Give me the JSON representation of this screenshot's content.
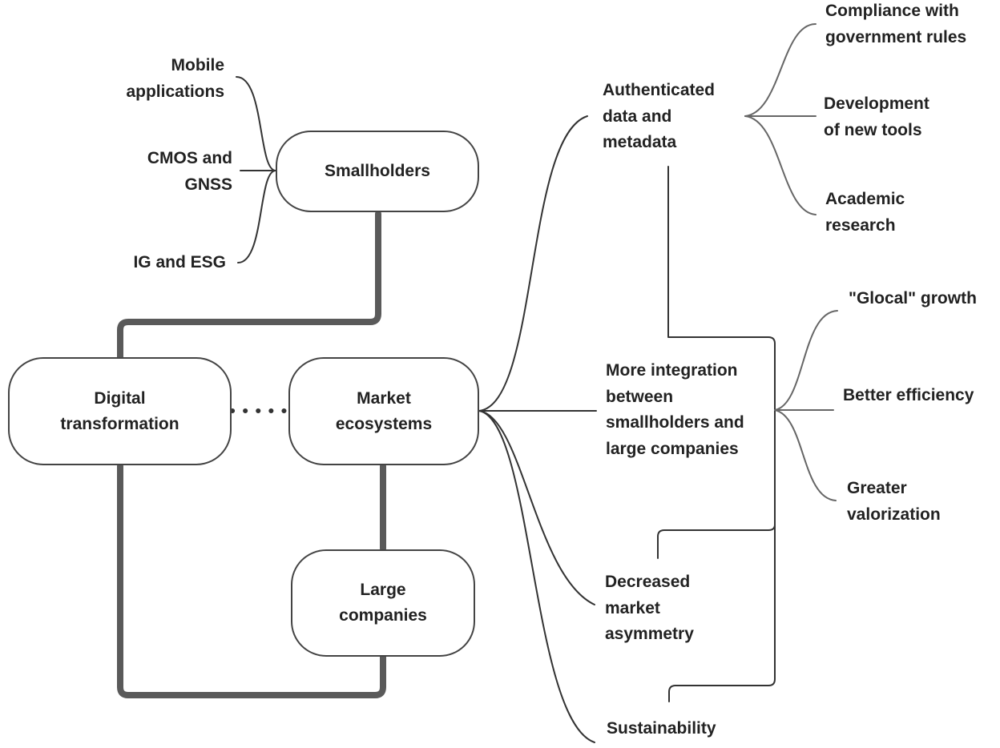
{
  "nodes": {
    "smallholders": "Smallholders",
    "digital_transformation": "Digital\ntransformation",
    "market_ecosystems": "Market\necosystems",
    "large_companies": "Large\ncompanies"
  },
  "smallholder_inputs": [
    "Mobile\napplications",
    "CMOS and\nGNSS",
    "IG and ESG"
  ],
  "outcomes": [
    "Authenticated\ndata and\nmetadata",
    "More integration\nbetween\nsmallholders and\nlarge companies",
    "Decreased\nmarket\nasymmetry",
    "Sustainability"
  ],
  "data_uses": [
    "Compliance with\ngovernment rules",
    "Development\nof new tools",
    "Academic\nresearch"
  ],
  "benefits": [
    "\"Glocal\" growth",
    "Better efficiency",
    "Greater\nvalorization"
  ]
}
